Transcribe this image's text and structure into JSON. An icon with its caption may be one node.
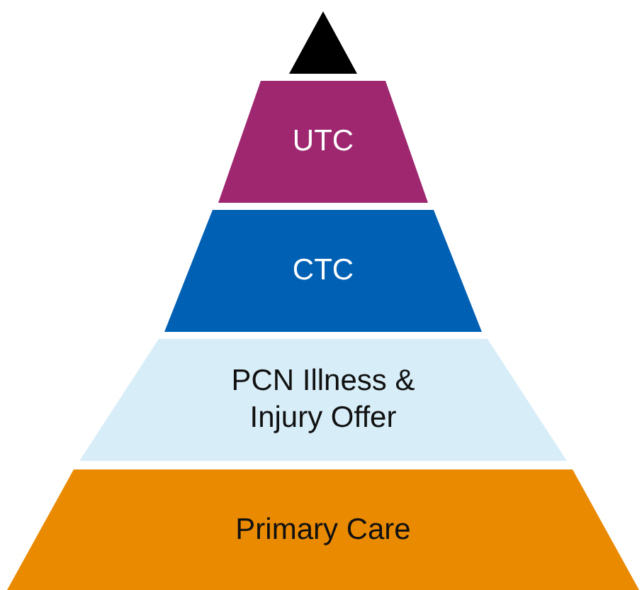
{
  "diagram": {
    "nodes": [
      {
        "text": [],
        "shape": "triangle"
      },
      {
        "text": [
          "UTC"
        ]
      },
      {
        "text": [
          "CTC"
        ]
      },
      {
        "text": [
          "PCN Illness & Injury Offer"
        ]
      },
      {
        "text": [
          "Primary Care"
        ]
      }
    ]
  }
}
